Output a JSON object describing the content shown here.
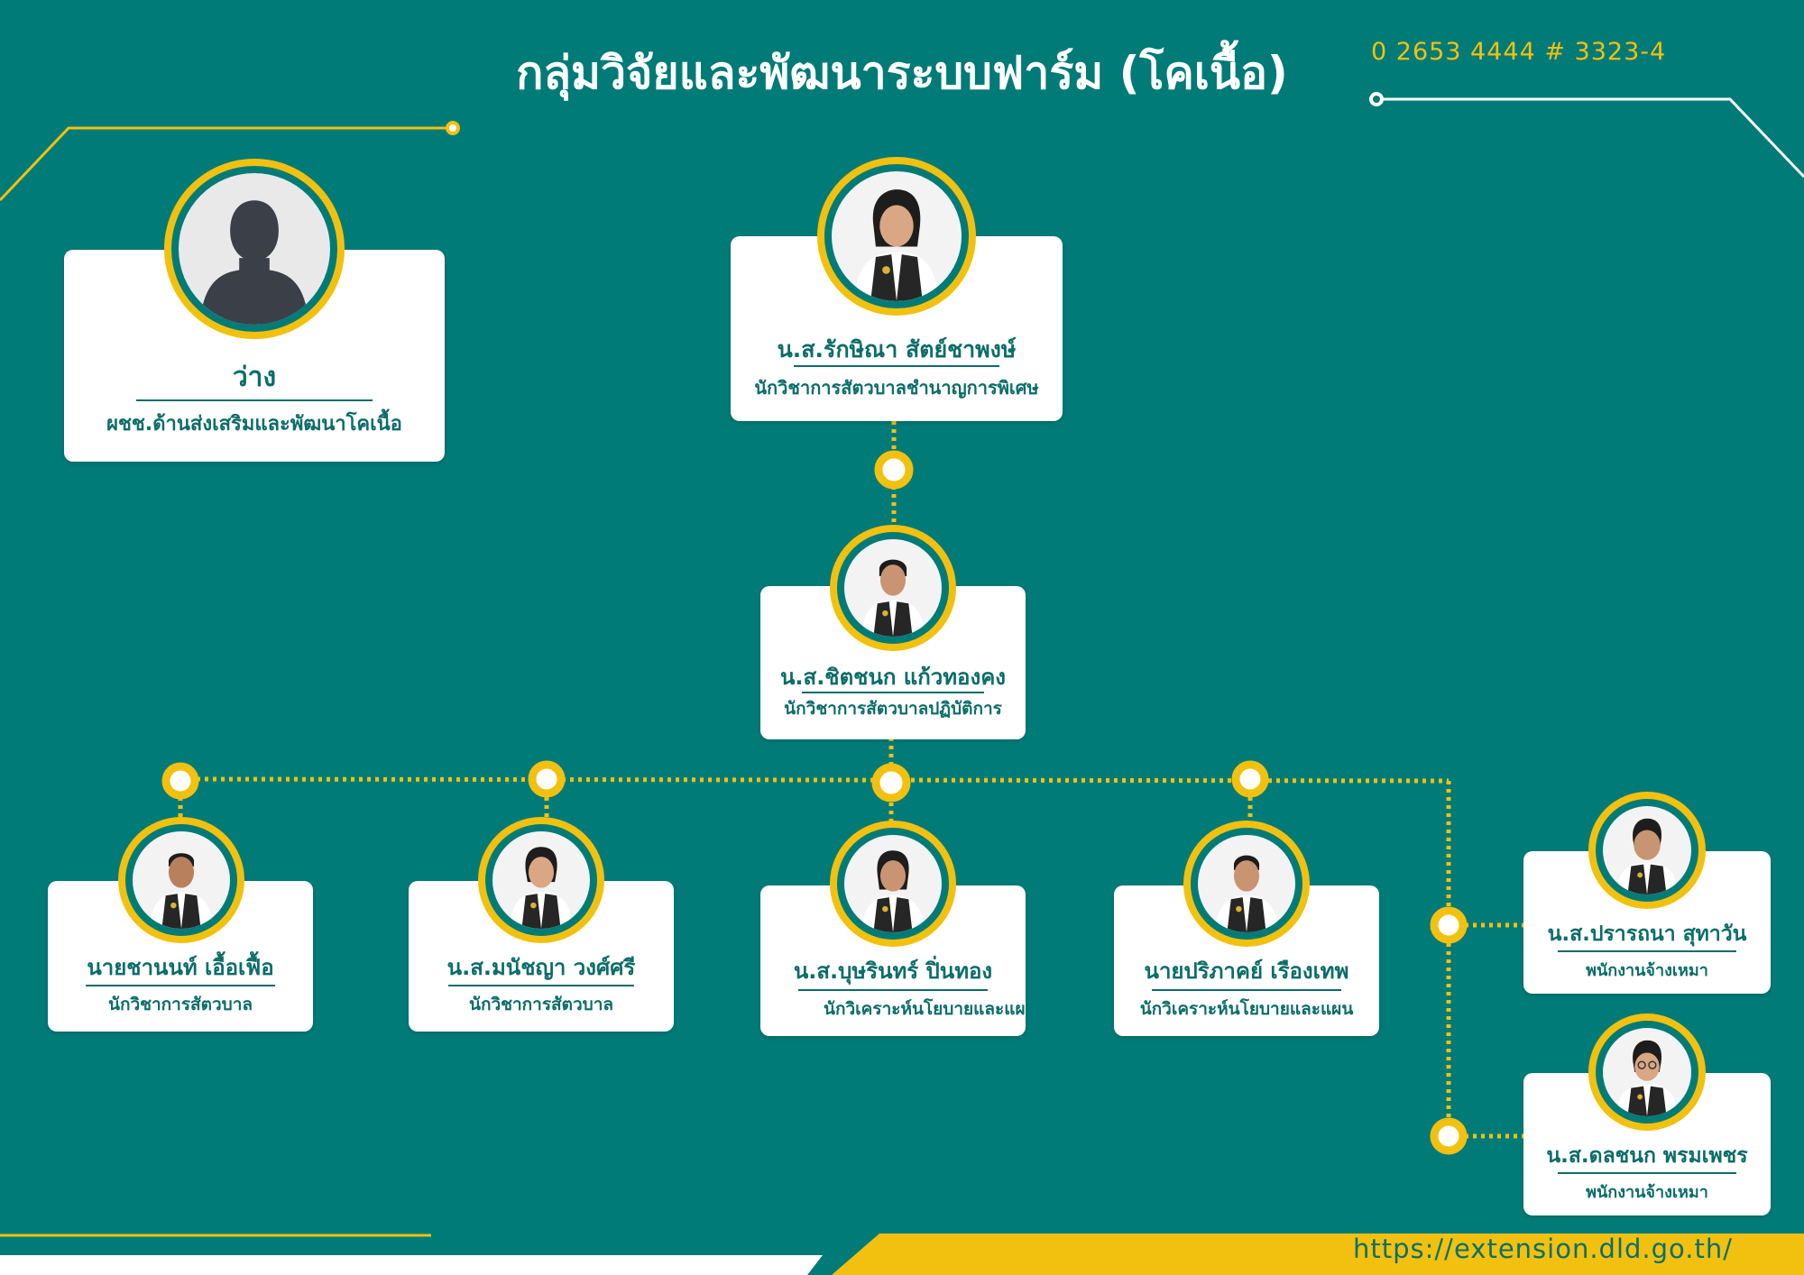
{
  "header": {
    "title": "กลุ่มวิจัยและพัฒนาระบบฟาร์ม (โคเนื้อ)",
    "phone": "0 2653 4444 # 3323-4"
  },
  "footer": {
    "url": "https://extension.dld.go.th/"
  },
  "colors": {
    "background": "#007b78",
    "accent": "#f2c10f",
    "card": "#ffffff",
    "text": "#0b6d6a"
  },
  "people": {
    "vacant": {
      "name": "ว่าง",
      "role": "ผชช.ด้านส่งเสริมและพัฒนาโคเนื้อ",
      "icon": "person-silhouette-icon"
    },
    "head": {
      "name": "น.ส.รักษิณา สัตย์ชาพงษ์",
      "role": "นักวิชาการสัตวบาลชำนาญการพิเศษ"
    },
    "deputy": {
      "name": "น.ส.ชิตชนก แก้วทองคง",
      "role": "นักวิชาการสัตวบาลปฏิบัติการ"
    },
    "staff1": {
      "name": "นายชานนท์ เอื้อเฟื้อ",
      "role": "นักวิชาการสัตวบาล"
    },
    "staff2": {
      "name": "น.ส.มนัชญา วงศ์ศรี",
      "role": "นักวิชาการสัตวบาล"
    },
    "staff3": {
      "name": "น.ส.บุษรินทร์ ปิ่นทอง",
      "role": "นักวิเคราะห์นโยบายและแผ"
    },
    "staff4": {
      "name": "นายปริภาคย์ เรืองเทพ",
      "role": "นักวิเคราะห์นโยบายและแผน"
    },
    "contract1": {
      "name": "น.ส.ปรารถนา สุทาวัน",
      "role": "พนักงานจ้างเหมา"
    },
    "contract2": {
      "name": "น.ส.ดลชนก พรมเพชร",
      "role": "พนักงานจ้างเหมา"
    }
  }
}
